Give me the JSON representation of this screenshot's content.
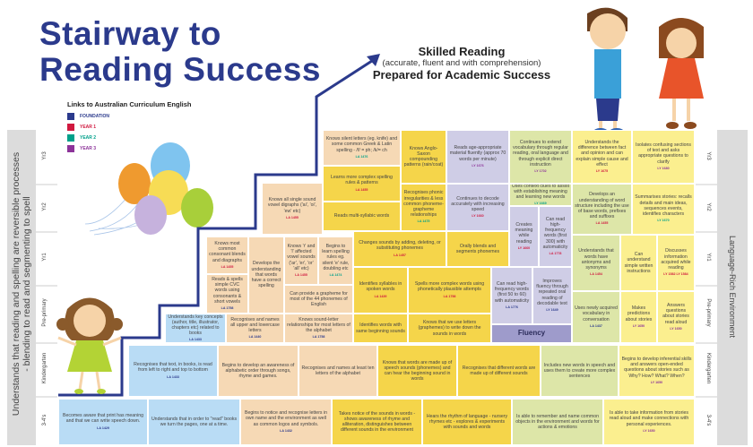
{
  "title_line1": "Stairway to",
  "title_line2": "Reading Success",
  "goal": {
    "heading": "Skilled Reading",
    "subheading": "(accurate, fluent and with comprehension)",
    "heading2": "Prepared for Academic Success"
  },
  "legend": {
    "title": "Links to Australian Curriculum English",
    "items": [
      {
        "label": "FOUNDATION",
        "color": "#2b3a8c"
      },
      {
        "label": "YEAR 1",
        "color": "#d0183f"
      },
      {
        "label": "YEAR 2",
        "color": "#00a08a"
      },
      {
        "label": "YEAR 3",
        "color": "#8c3399"
      }
    ]
  },
  "left_axis_line1": "Understands that reading and spelling are reversible processes",
  "left_axis_line2": "- blending to read and segmenting to spell",
  "right_axis": "Language-Rich Environment",
  "rows": [
    "Yr3",
    "Yr2",
    "Yr1",
    "Pre-primary",
    "Kindergarten",
    "3-4's"
  ],
  "fluency_label": "Fluency",
  "code_colors": {
    "F": "#2b3a8c",
    "Y1": "#d0183f",
    "Y2": "#00a08a",
    "Y3": "#8c3399"
  },
  "cells": [
    {
      "text": "Knows silent letters (eg. knife) and some common Greek & Latin spelling - /f/ = ph; /k/= ch",
      "code": "LA 1476",
      "level": "Y2",
      "color": "peach"
    },
    {
      "text": "Learns more complex spelling rules & patterns",
      "code": "LA 1455",
      "level": "Y1",
      "color": "yellow"
    },
    {
      "text": "Reads multi-syllabic words",
      "code": "",
      "level": "",
      "color": "yellow"
    },
    {
      "text": "Knows Anglo-Saxon compounding patterns (rain/coat)",
      "code": "",
      "level": "",
      "color": "yellow"
    },
    {
      "text": "Recognises phonic irregularities & less common phoneme-grapheme relationships",
      "code": "LA 1475",
      "level": "Y2",
      "color": "yellow"
    },
    {
      "text": "Reads age-appropriate material fluently (approx 70 words per minute)",
      "code": "LY 1676",
      "level": "Y3",
      "color": "lav"
    },
    {
      "text": "Continues to decode accurately with increasing speed",
      "code": "LY 1660",
      "level": "Y1",
      "color": "lav"
    },
    {
      "text": "Continues to extend vocabulary through regular reading, oral language and through explicit direct instruction",
      "code": "LY 1702",
      "level": "Y3",
      "color": "green"
    },
    {
      "text": "Understands the difference between fact and opinion and can explain simple cause and effect",
      "code": "LY 1675",
      "level": "Y1",
      "color": "lyellow"
    },
    {
      "text": "Isolates confusing sections of text and asks appropriate questions to clarify",
      "code": "LY 1680",
      "level": "Y3",
      "color": "lyellow"
    },
    {
      "text": "Knows all single sound vowel digraphs ('ai', 'oi', 'ew' etc)",
      "code": "LA 1455",
      "level": "Y1",
      "color": "peach"
    },
    {
      "text": "Uses context clues to assist with establishing meaning and learning new words",
      "code": "LY 1669",
      "level": "Y2",
      "color": "green"
    },
    {
      "text": "Creates meaning while reading",
      "code": "LY 1660",
      "level": "Y1",
      "color": "lav"
    },
    {
      "text": "Can read high-frequency words (first 300) with automaticity",
      "code": "LA 1778",
      "level": "Y1",
      "color": "lav"
    },
    {
      "text": "Develops an understanding of word structure including the use of base words, prefixes and suffixes",
      "code": "LA 1455",
      "level": "Y1",
      "color": "green"
    },
    {
      "text": "Summarises stories: recalls details and main ideas, sequences events, identifies characters",
      "code": "LY 1670",
      "level": "Y2",
      "color": "lyellow"
    },
    {
      "text": "Knows most common consonant blends and diagraphs",
      "code": "LA 1455",
      "level": "Y1",
      "color": "peach"
    },
    {
      "text": "Reads & spells simple CVC words using consonants & short vowels",
      "code": "LA 1758",
      "level": "F",
      "color": "peach"
    },
    {
      "text": "Develops the understanding that words have a correct spelling",
      "code": "",
      "level": "",
      "color": "peach"
    },
    {
      "text": "Knows 'r' and 'l' affected vowel sounds ('ar', 'er', 'or' 'all' etc)",
      "code": "LA 1455",
      "level": "Y1",
      "color": "peach"
    },
    {
      "text": "Begins to learn spelling rules eg. silent 'e' rule, doubling etc",
      "code": "LA 1474",
      "level": "Y2",
      "color": "peach"
    },
    {
      "text": "Can provide a grapheme for most of the 44 phonemes of English",
      "code": "",
      "level": "",
      "color": "peach"
    },
    {
      "text": "Changes sounds by adding, deleting, or substituting phonemes",
      "code": "LA 1457",
      "level": "Y1",
      "color": "yellow"
    },
    {
      "text": "Orally blends and segments phonemes",
      "code": "",
      "level": "",
      "color": "yellow"
    },
    {
      "text": "Identifies syllables in spoken words",
      "code": "LA 1439",
      "level": "Y1",
      "color": "yellow"
    },
    {
      "text": "Spells more complex words using phonetically plausible attempts",
      "code": "LA 1758",
      "level": "Y1",
      "color": "yellow"
    },
    {
      "text": "Can read high-frequency words (first 50 to 60) with automaticity",
      "code": "LA 1776",
      "level": "F",
      "color": "lav"
    },
    {
      "text": "Improves fluency through repeated oral reading of decodable text",
      "code": "LY 1649",
      "level": "F",
      "color": "lav"
    },
    {
      "text": "Understands that words have antonyms and synonyms",
      "code": "LA 1454",
      "level": "Y1",
      "color": "green"
    },
    {
      "text": "Can understand simple written instructions",
      "code": "",
      "level": "",
      "color": "lyellow"
    },
    {
      "text": "Discusses information acquired while reading",
      "code": "LY 1582 LY 1584",
      "level": "Y1",
      "color": "lyellow"
    },
    {
      "text": "Understands key concepts (author, title, illustrator, chapters etc) related to books",
      "code": "LA 1433",
      "level": "F",
      "color": "blue"
    },
    {
      "text": "Recognises and names all upper and lowercase letters",
      "code": "LA 1440",
      "level": "F",
      "color": "peach"
    },
    {
      "text": "Knows sound-letter relationships for most letters of the alphabet",
      "code": "LA 1758",
      "level": "F",
      "color": "peach"
    },
    {
      "text": "Identifies words with same beginning sounds",
      "code": "",
      "level": "",
      "color": "yellow"
    },
    {
      "text": "Knows that we use letters (graphemes) to write down the sounds in words",
      "code": "",
      "level": "",
      "color": "yellow"
    },
    {
      "text": "Uses newly acquired vocabulary in conversation",
      "code": "LA 1437",
      "level": "F",
      "color": "green"
    },
    {
      "text": "Makes predictions about stories",
      "code": "LY 1650",
      "level": "Y3",
      "color": "lyellow"
    },
    {
      "text": "Answers questions about stories read aloud",
      "code": "LY 1650",
      "level": "Y3",
      "color": "lyellow"
    },
    {
      "text": "Recognises that text, in books, is read from left to right and top to bottom",
      "code": "LA 1433",
      "level": "F",
      "color": "blue"
    },
    {
      "text": "Begins to develop an awareness of alphabetic order through songs, rhyme and games.",
      "code": "",
      "level": "",
      "color": "peach"
    },
    {
      "text": "Recognises and names at least ten letters of the alphabet",
      "code": "",
      "level": "",
      "color": "peach"
    },
    {
      "text": "Knows that words are made up of speech sounds (phonemes) and can hear the beginning sound in words",
      "code": "",
      "level": "",
      "color": "yellow"
    },
    {
      "text": "Recognises that different words are made up of different sounds",
      "code": "",
      "level": "",
      "color": "yellow"
    },
    {
      "text": "Includes new words in speech and uses them to create more complex sentences",
      "code": "",
      "level": "",
      "color": "green"
    },
    {
      "text": "Begins to develop inferential skills and answers open-ended questions about stories such as Why? How? What? When?",
      "code": "LY 1650",
      "level": "Y3",
      "color": "lyellow"
    },
    {
      "text": "Becomes aware that print has meaning and that we can write speech down.",
      "code": "LA 1429",
      "level": "F",
      "color": "blue"
    },
    {
      "text": "Understands that in order to \"read\" books we turn the pages, one at a time.",
      "code": "",
      "level": "",
      "color": "blue"
    },
    {
      "text": "Begins to notice and recognise letters in own name and the environment as well as common logos and symbols.",
      "code": "LA 1432",
      "level": "F",
      "color": "peach"
    },
    {
      "text": "Takes notice of the sounds in words -shows awareness of rhyme and alliteration, distinguishes between different sounds in the environment",
      "code": "",
      "level": "",
      "color": "yellow"
    },
    {
      "text": "Hears the rhythm of language - nursery rhymes etc - explores & experiments with sounds and words",
      "code": "",
      "level": "",
      "color": "yellow"
    },
    {
      "text": "Is able to remember and name common objects in the environment and words for actions & emotions",
      "code": "",
      "level": "",
      "color": "green"
    },
    {
      "text": "Is able to take information from stories read aloud and make connections with personal experiences.",
      "code": "LY 1650",
      "level": "Y3",
      "color": "lyellow"
    }
  ]
}
